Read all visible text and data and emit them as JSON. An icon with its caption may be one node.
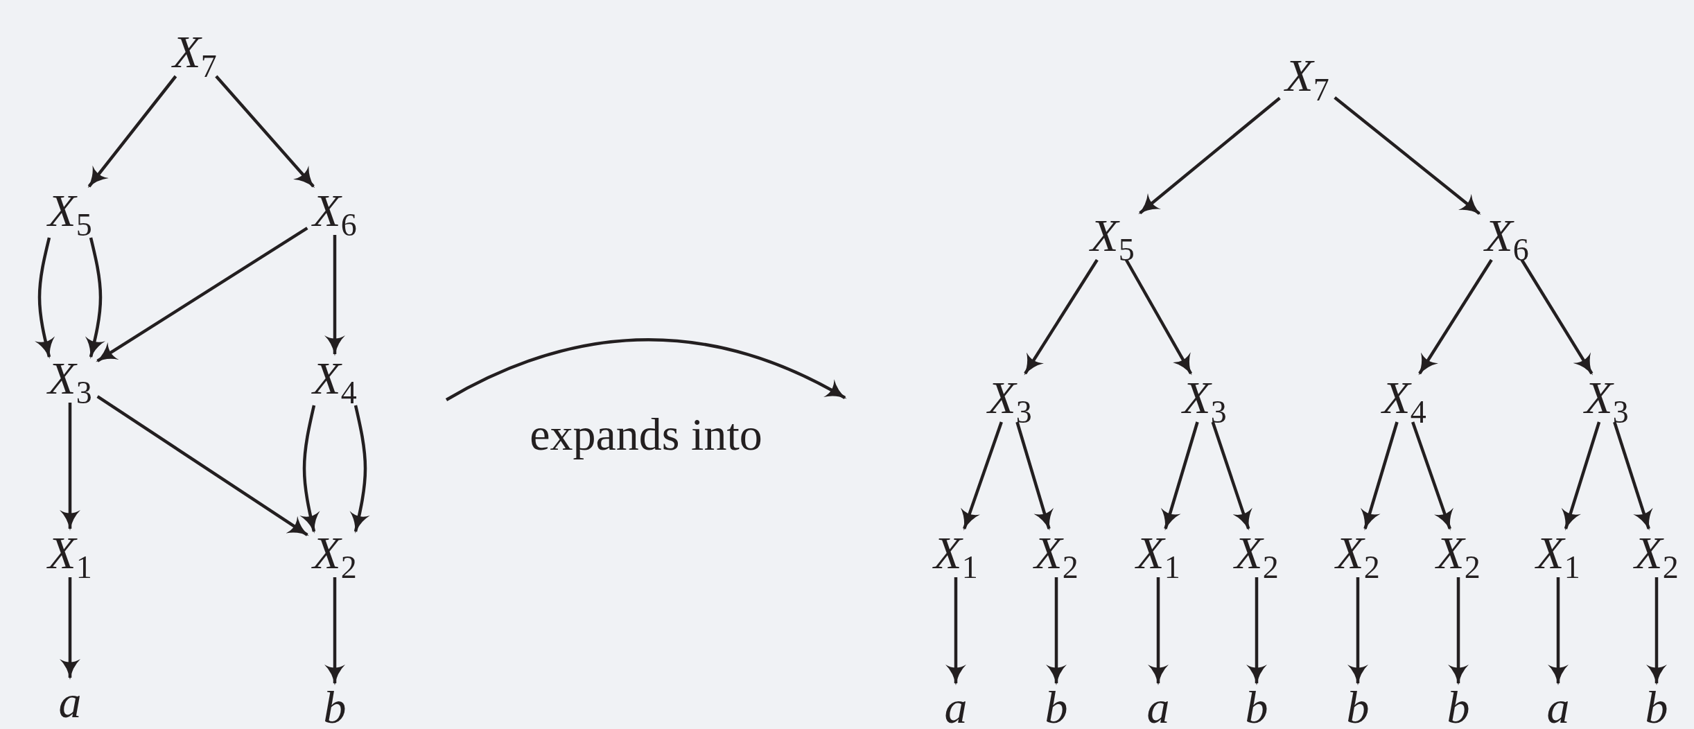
{
  "diagram": {
    "nodes": [
      {
        "text": [
          "*X*$_{7}$"
        ]
      },
      {
        "text": [
          "*X*$_{5}$"
        ]
      },
      {
        "text": [
          "*X*$_{6}$"
        ]
      },
      {
        "text": [
          "*X*$_{3}$"
        ]
      },
      {
        "text": [
          "*X*$_{4}$"
        ]
      },
      {
        "text": [
          "*X*$_{1}$"
        ]
      },
      {
        "text": [
          "*X*$_{2}$"
        ]
      },
      {
        "text": [
          "a"
        ]
      },
      {
        "text": [
          "b"
        ]
      },
      {
        "text": [
          "*X*$_{7}$"
        ]
      },
      {
        "text": [
          "*X*$_{5}$"
        ]
      },
      {
        "text": [
          "*X*$_{6}$"
        ]
      },
      {
        "text": [
          "*X*$_{3}$"
        ]
      },
      {
        "text": [
          "*X*$_{3}$"
        ]
      },
      {
        "text": [
          "*X*$_{4}$"
        ]
      },
      {
        "text": [
          "*X*$_{3}$"
        ]
      },
      {
        "text": [
          "*X*$_{1}$"
        ]
      },
      {
        "text": [
          "*X*$_{2}$"
        ]
      },
      {
        "text": [
          "*X*$_{1}$"
        ]
      },
      {
        "text": [
          "*X*$_{2}$"
        ]
      },
      {
        "text": [
          "*X*$_{2}$"
        ]
      },
      {
        "text": [
          "*X*$_{2}$"
        ]
      },
      {
        "text": [
          "*X*$_{1}$"
        ]
      },
      {
        "text": [
          "*X*$_{2}$"
        ]
      },
      {
        "text": [
          "a"
        ]
      },
      {
        "text": [
          "b"
        ]
      },
      {
        "text": [
          "a"
        ]
      },
      {
        "text": [
          "b"
        ]
      },
      {
        "text": [
          "b"
        ]
      },
      {
        "text": [
          "b"
        ]
      },
      {
        "text": [
          "a"
        ]
      },
      {
        "text": [
          "b"
        ]
      }
    ],
    "edges": [
      {
        "from": 0,
        "to": 1,
        "arrow": "to"
      },
      {
        "from": 0,
        "to": 2,
        "arrow": "to"
      },
      {
        "from": 1,
        "to": 3,
        "arrow": "to"
      },
      {
        "from": 1,
        "to": 3,
        "arrow": "to"
      },
      {
        "from": 2,
        "to": 3,
        "arrow": "to"
      },
      {
        "from": 2,
        "to": 4,
        "arrow": "to"
      },
      {
        "from": 3,
        "to": 5,
        "arrow": "to"
      },
      {
        "from": 3,
        "to": 6,
        "arrow": "to"
      },
      {
        "from": 4,
        "to": 6,
        "arrow": "to"
      },
      {
        "from": 4,
        "to": 6,
        "arrow": "to"
      },
      {
        "from": 5,
        "to": 7,
        "arrow": "to"
      },
      {
        "from": 6,
        "to": 8,
        "arrow": "to"
      },
      {
        "from": 9,
        "to": 10,
        "arrow": "to"
      },
      {
        "from": 9,
        "to": 11,
        "arrow": "to"
      },
      {
        "from": 10,
        "to": 12,
        "arrow": "to"
      },
      {
        "from": 10,
        "to": 13,
        "arrow": "to"
      },
      {
        "from": 11,
        "to": 14,
        "arrow": "to"
      },
      {
        "from": 11,
        "to": 15,
        "arrow": "to"
      },
      {
        "from": 12,
        "to": 16,
        "arrow": "to"
      },
      {
        "from": 12,
        "to": 17,
        "arrow": "to"
      },
      {
        "from": 13,
        "to": 18,
        "arrow": "to"
      },
      {
        "from": 13,
        "to": 19,
        "arrow": "to"
      },
      {
        "from": 14,
        "to": 20,
        "arrow": "to"
      },
      {
        "from": 14,
        "to": 21,
        "arrow": "to"
      },
      {
        "from": 15,
        "to": 22,
        "arrow": "to"
      },
      {
        "from": 15,
        "to": 23,
        "arrow": "to"
      },
      {
        "from": 16,
        "to": 24,
        "arrow": "to"
      },
      {
        "from": 17,
        "to": 25,
        "arrow": "to"
      },
      {
        "from": 18,
        "to": 26,
        "arrow": "to"
      },
      {
        "from": 19,
        "to": 27,
        "arrow": "to"
      },
      {
        "from": 20,
        "to": 28,
        "arrow": "to"
      },
      {
        "from": 21,
        "to": 29,
        "arrow": "to"
      },
      {
        "from": 22,
        "to": 30,
        "arrow": "to"
      },
      {
        "from": 23,
        "to": 31,
        "arrow": "to"
      }
    ],
    "labels": [
      "expands into"
    ]
  }
}
